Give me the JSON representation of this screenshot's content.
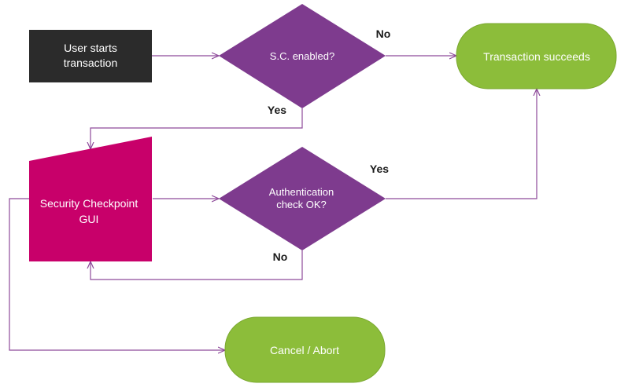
{
  "colors": {
    "start_box": "#2b2b2b",
    "decision": "#7e3b8e",
    "gui": "#c8006a",
    "terminal": "#8cbd3a",
    "connector": "#8e4a9a",
    "label": "#1a1a1a"
  },
  "nodes": {
    "start": {
      "line1": "User starts",
      "line2": "transaction"
    },
    "sc_enabled": {
      "text": "S.C. enabled?"
    },
    "success": {
      "text": "Transaction succeeds"
    },
    "gui": {
      "line1": "Security Checkpoint",
      "line2": "GUI"
    },
    "auth_check": {
      "line1": "Authentication",
      "line2": "check OK?"
    },
    "cancel": {
      "text": "Cancel / Abort"
    }
  },
  "edges": {
    "sc_no": "No",
    "sc_yes": "Yes",
    "auth_yes": "Yes",
    "auth_no": "No"
  }
}
